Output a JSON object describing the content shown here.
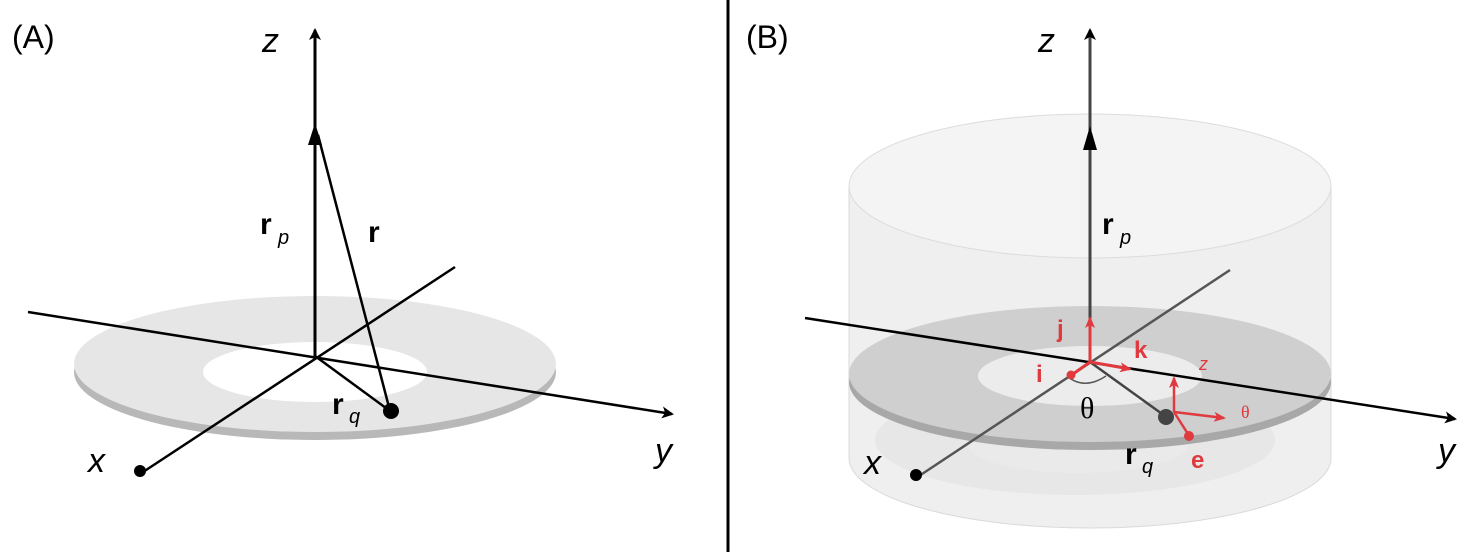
{
  "panels": {
    "a": {
      "label": "(A)",
      "axes": {
        "z": "z",
        "x": "x",
        "y": "y"
      },
      "vectors": {
        "rp": "r",
        "rp_sub": "p",
        "r": "r",
        "rq": "r",
        "rq_sub": "q"
      }
    },
    "b": {
      "label": "(B)",
      "axes": {
        "z": "z",
        "x": "x",
        "y": "y"
      },
      "vectors": {
        "rp": "r",
        "rp_sub": "p",
        "rq": "r",
        "rq_sub": "q"
      },
      "angle": "θ",
      "unit_vectors": {
        "j": "j",
        "k": "k",
        "i": "i",
        "e": "e",
        "z_small": "z",
        "theta_small": "θ"
      }
    }
  },
  "colors": {
    "axis": "#000000",
    "disk": "#e8e8e8",
    "cylinder": "#eeeeee",
    "unit_vector": "#e0393e"
  }
}
